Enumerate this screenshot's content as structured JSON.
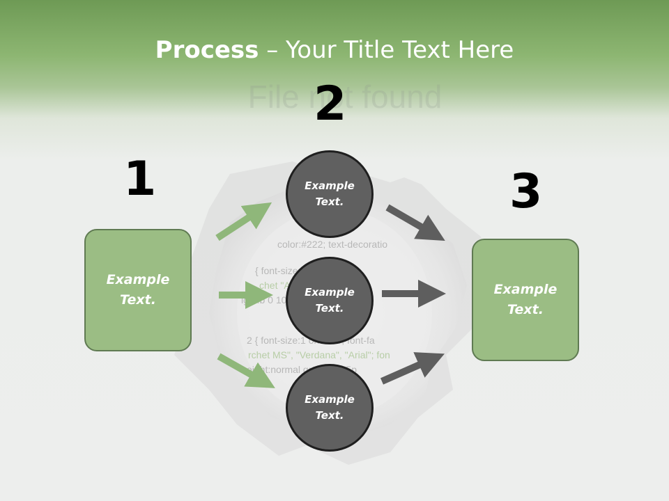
{
  "title": {
    "bold": "Process",
    "dash": " – ",
    "rest": "Your Title Text Here"
  },
  "background": {
    "ghost_text": "File not found",
    "code_lines": [
      "color:#222;   text-decoratio",
      "{ font-size:         :#666; font-fa",
      "chet           \"Arial\"; font-",
      "ight:b          0 10px 0;",
      "2 { font-size:1       or:#666; font-fa",
      "rchet MS\", \"Verdana\", \"Arial\";  fon",
      "eight:normal       g: 10px 0 5p"
    ]
  },
  "steps": {
    "one": {
      "number": "1",
      "text": "Example\nText."
    },
    "two": {
      "number": "2"
    },
    "three": {
      "number": "3",
      "text": "Example\nText."
    }
  },
  "circles": [
    {
      "text": "Example\nText."
    },
    {
      "text": "Example\nText."
    },
    {
      "text": "Example\nText."
    }
  ],
  "colors": {
    "green_arrow": "#8fb77a",
    "gray_arrow": "#5e5e5e",
    "box_fill": "#9bbd84",
    "circle_fill": "#606060"
  }
}
